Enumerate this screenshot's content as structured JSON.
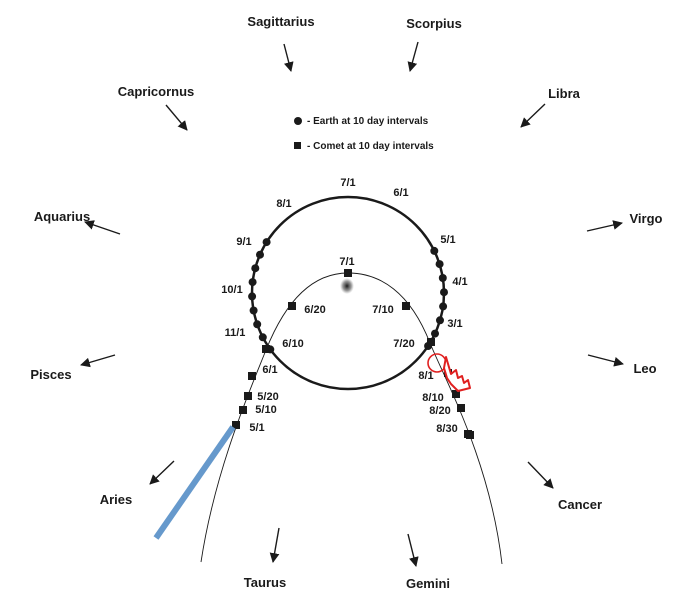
{
  "legend": {
    "earth": "- Earth at 10 day intervals",
    "comet": "- Comet at 10 day intervals"
  },
  "constellations": {
    "sagittarius": "Sagittarius",
    "scorpius": "Scorpius",
    "capricornus": "Capricornus",
    "libra": "Libra",
    "aquarius": "Aquarius",
    "virgo": "Virgo",
    "pisces": "Pisces",
    "leo": "Leo",
    "aries": "Aries",
    "cancer": "Cancer",
    "taurus": "Taurus",
    "gemini": "Gemini"
  },
  "earth_dates": {
    "d7_1": "7/1",
    "d6_1": "6/1",
    "d8_1": "8/1",
    "d5_1": "5/1",
    "d9_1": "9/1",
    "d4_1": "4/1",
    "d10_1": "10/1",
    "d3_1": "3/1",
    "d11_1": "11/1"
  },
  "comet_dates": {
    "c7_1": "7/1",
    "c6_20": "6/20",
    "c7_10": "7/10",
    "c6_10": "6/10",
    "c7_20": "7/20",
    "c6_1": "6/1",
    "c8_1": "8/1",
    "c5_20": "5/20",
    "c5_10": "5/10",
    "c5_1": "5/1",
    "c8_10": "8/10",
    "c8_20": "8/20",
    "c8_30": "8/30"
  },
  "colors": {
    "ink": "#1a1a1a",
    "annotation_blue": "#6699cc",
    "annotation_red": "#e02020"
  }
}
